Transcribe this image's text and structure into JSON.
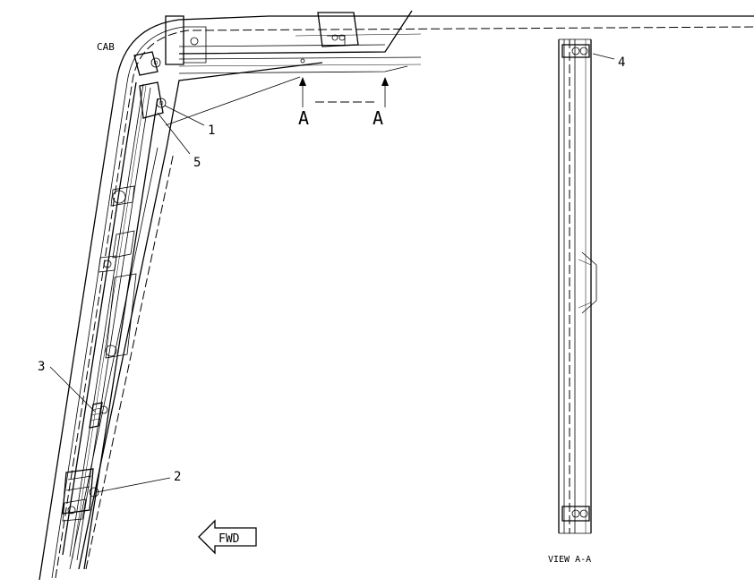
{
  "labels": {
    "cab": "CAB",
    "section_left": "A",
    "section_right": "A",
    "fwd": "FWD",
    "view": "VIEW A-A"
  },
  "callouts": [
    "1",
    "2",
    "3",
    "4",
    "5"
  ]
}
